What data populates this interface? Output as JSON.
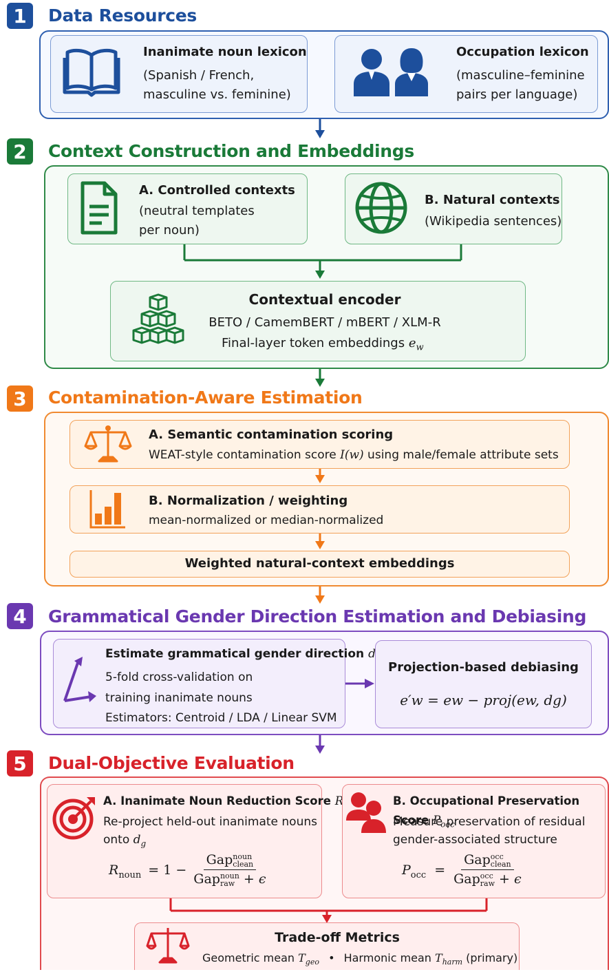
{
  "colors": {
    "blue": "#1d4f9c",
    "green": "#1a7a38",
    "orange": "#f07818",
    "purple": "#6a38b0",
    "red": "#d8222a"
  },
  "s1": {
    "num": "1",
    "title": "Data Resources",
    "noun": {
      "title": "Inanimate noun lexicon",
      "l1": "(Spanish / French,",
      "l2": "masculine vs. feminine)"
    },
    "occ": {
      "title": "Occupation lexicon",
      "l1": "(masculine–feminine",
      "l2": "pairs per language)"
    }
  },
  "s2": {
    "num": "2",
    "title": "Context Construction and Embeddings",
    "a": {
      "title": "A. Controlled contexts",
      "l1": "(neutral templates",
      "l2": "per noun)"
    },
    "b": {
      "title": "B. Natural contexts",
      "l1": "(Wikipedia sentences)"
    },
    "enc": {
      "title": "Contextual encoder",
      "l1": "BETO / CamemBERT / mBERT / XLM-R",
      "l2": "Final-layer token embeddings",
      "var": "e",
      "sub": "w"
    }
  },
  "s3": {
    "num": "3",
    "title": "Contamination-Aware Estimation",
    "a": {
      "title": "A. Semantic contamination scoring",
      "l1a": "WEAT-style contamination score ",
      "l1m": "I(w)",
      "l1b": " using male/female attribute sets"
    },
    "b": {
      "title": "B. Normalization / weighting",
      "l1": "mean-normalized or median-normalized"
    },
    "c": {
      "title": "Weighted natural-context embeddings"
    }
  },
  "s4": {
    "num": "4",
    "title": "Grammatical Gender Direction Estimation and Debiasing",
    "est": {
      "title": "Estimate grammatical gender direction",
      "var": "d",
      "sub": "g",
      "l1": "5-fold cross-validation on",
      "l2": "training inanimate nouns",
      "l3": "Estimators: Centroid / LDA / Linear SVM"
    },
    "proj": {
      "title": "Projection-based debiasing",
      "formula": "e′w = ew − proj(ew, dg)"
    }
  },
  "s5": {
    "num": "5",
    "title": "Dual-Objective Evaluation",
    "r": {
      "title": "A. Inanimate Noun Reduction Score",
      "var": "R",
      "sub": "noun",
      "l1": "Re-project held-out inanimate nouns",
      "l2": "onto",
      "l2v": "d",
      "l2s": "g"
    },
    "p": {
      "title": "B. Occupational Preservation Score",
      "var": "P",
      "sub": "occ",
      "l1": "Measure preservation of residual",
      "l2": "gender-associated structure"
    },
    "t": {
      "title": "Trade-off Metrics",
      "g": "Geometric mean",
      "gsub": "geo",
      "h": "Harmonic mean",
      "hsub": "harm",
      "primary": "(primary)"
    }
  }
}
